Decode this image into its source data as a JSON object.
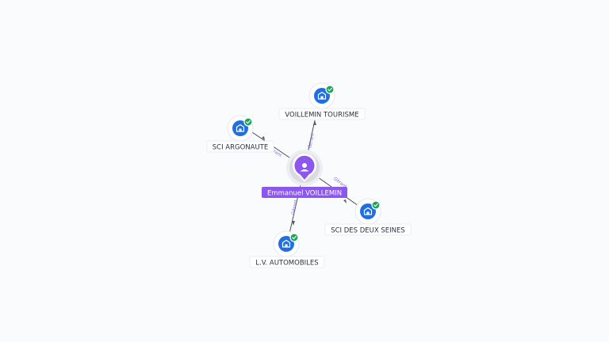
{
  "diagram": {
    "center": {
      "name": "Emmanuel VOILLEMIN",
      "icon": "person-icon",
      "color": "#8b57ee"
    },
    "companies": [
      {
        "id": "voillemin-tourisme",
        "name": "VOILLEMIN TOURISME",
        "edge_label": "Gérant",
        "icon": "building-icon",
        "verified": true
      },
      {
        "id": "sci-argonaute",
        "name": "SCI ARGONAUTE",
        "edge_label": "Gérant",
        "icon": "building-icon",
        "verified": true
      },
      {
        "id": "sci-des-deux-seines",
        "name": "SCI DES DEUX SEINES",
        "edge_label": "Gérant",
        "icon": "building-icon",
        "verified": true
      },
      {
        "id": "lv-automobiles",
        "name": "L.V. AUTOMOBILES",
        "edge_label": "Gérant",
        "icon": "building-icon",
        "verified": true
      }
    ],
    "colors": {
      "company": "#1f6fe0",
      "verified": "#1ea35a",
      "edge_label": "#7a6ee0"
    }
  }
}
